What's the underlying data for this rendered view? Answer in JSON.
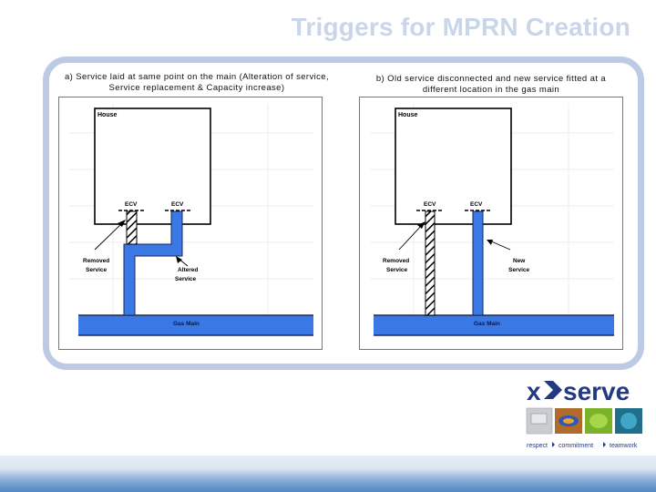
{
  "slide": {
    "title": "Triggers for MPRN Creation"
  },
  "panel_a": {
    "caption": "a) Service laid at same point on the main (Alteration of service, Service replacement & Capacity increase)",
    "house_label": "House",
    "ecv_left": "ECV",
    "ecv_right": "ECV",
    "removed_label_1": "Removed",
    "removed_label_2": "Service",
    "altered_label_1": "Altered",
    "altered_label_2": "Service",
    "gas_main_label": "Gas Main"
  },
  "panel_b": {
    "caption": "b) Old service disconnected and new service fitted at a different location in the gas main",
    "house_label": "House",
    "ecv_left": "ECV",
    "ecv_right": "ECV",
    "removed_label_1": "Removed",
    "removed_label_2": "Service",
    "new_label_1": "New",
    "new_label_2": "Service",
    "gas_main_label": "Gas Main"
  },
  "brand": {
    "logo_text_left": "x",
    "logo_text_right": "serve",
    "tagline_1": "respect",
    "tagline_2": "commitment",
    "tagline_3": "teamwork",
    "navy": "#233a82",
    "pipe_blue": "#3a78e6",
    "frame_blue": "#bccbe3"
  }
}
